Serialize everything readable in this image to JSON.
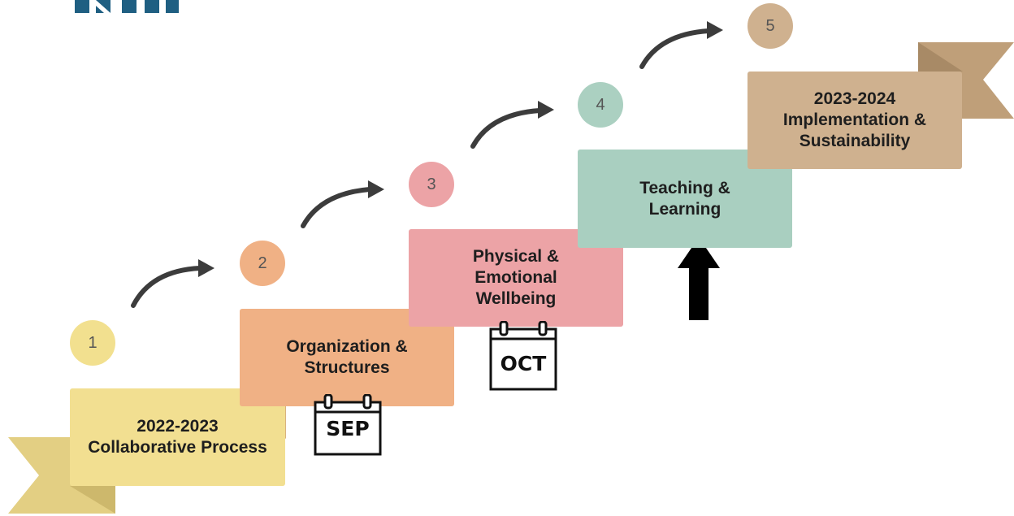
{
  "steps": [
    {
      "number": "1",
      "label": "2022-2023\nCollaborative Process",
      "color": "#f2df91",
      "circle_color": "#f2e08f"
    },
    {
      "number": "2",
      "label": "Organization &\nStructures",
      "color": "#f0b185",
      "circle_color": "#f0b185"
    },
    {
      "number": "3",
      "label": "Physical &\nEmotional\nWellbeing",
      "color": "#eca3a6",
      "circle_color": "#eca3a6"
    },
    {
      "number": "4",
      "label": "Teaching &\nLearning",
      "color": "#a9cfc0",
      "circle_color": "#abd0c1"
    },
    {
      "number": "5",
      "label": "2023-2024\nImplementation &\nSustainability",
      "color": "#cfb18f",
      "circle_color": "#cfb18f"
    }
  ],
  "calendars": [
    {
      "label": "SEP"
    },
    {
      "label": "OCT"
    }
  ],
  "colors": {
    "arrow": "#3c3c3c",
    "indicator_arrow": "#000000",
    "logo": "#1f5f82",
    "ribbon_start": "#e3cf83",
    "ribbon_end": "#bf9f79"
  },
  "icons": {
    "progress_arrow": "up-arrow-icon",
    "calendar": "calendar-icon",
    "step_arrow": "curved-arrow-icon"
  }
}
